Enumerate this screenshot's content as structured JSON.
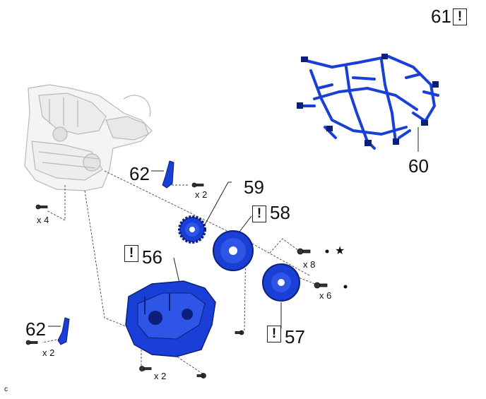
{
  "callouts": {
    "c56": "56",
    "c57": "57",
    "c58": "58",
    "c59": "59",
    "c60": "60",
    "c61": "61",
    "c62a": "62",
    "c62b": "62"
  },
  "quantities": {
    "q_bracket_top": "x 2",
    "q_engine_left": "x 4",
    "q_flywheel": "x 8",
    "q_driveplate": "x 6",
    "q_trans_bottom": "x 2",
    "q_bracket_bottom": "x 2"
  },
  "warning_symbol": "!",
  "star_symbol": "★",
  "figure_code": "c",
  "colors": {
    "part_blue": "#1a3fd6",
    "part_dark": "#0c1f7a",
    "outline_gray": "#b8b8b8",
    "line": "#444444"
  }
}
